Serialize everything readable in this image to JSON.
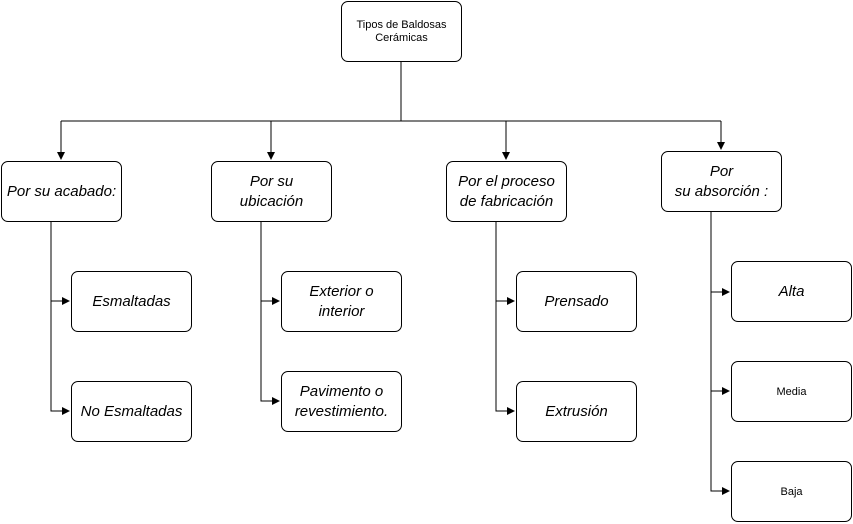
{
  "diagram": {
    "root": "Tipos de Baldosas\nCerámicas",
    "categories": [
      {
        "label": "Por su acabado:",
        "items": [
          "Esmaltadas",
          "No Esmaltadas"
        ]
      },
      {
        "label": "Por su\nubicación",
        "items": [
          "Exterior o\ninterior",
          "Pavimento o\nrevestimiento."
        ]
      },
      {
        "label": "Por el proceso\nde fabricación",
        "items": [
          "Prensado",
          "Extrusión"
        ]
      },
      {
        "label": "Por\nsu absorción :",
        "items": [
          "Alta",
          "Media",
          "Baja"
        ]
      }
    ]
  }
}
